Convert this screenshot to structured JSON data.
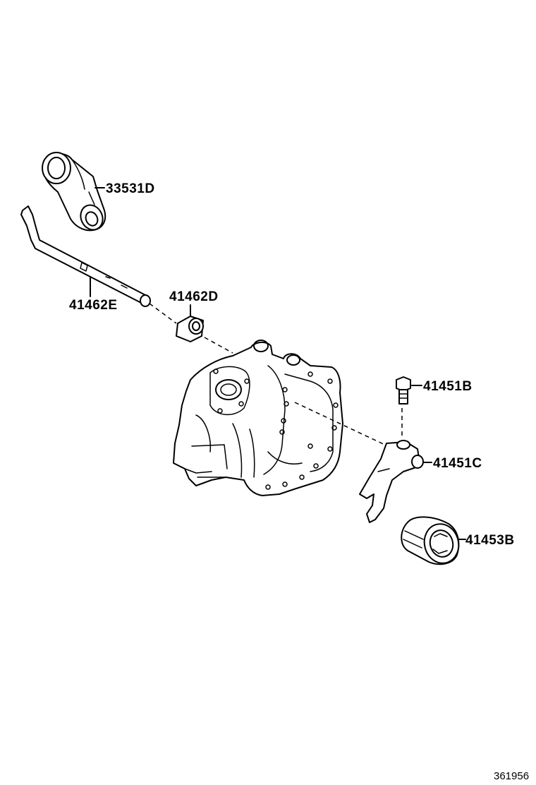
{
  "parts": {
    "p33531D": "33531D",
    "p41462E": "41462E",
    "p41462D": "41462D",
    "p41451B": "41451B",
    "p41451C": "41451C",
    "p41453B": "41453B"
  },
  "figure_number": "361956"
}
